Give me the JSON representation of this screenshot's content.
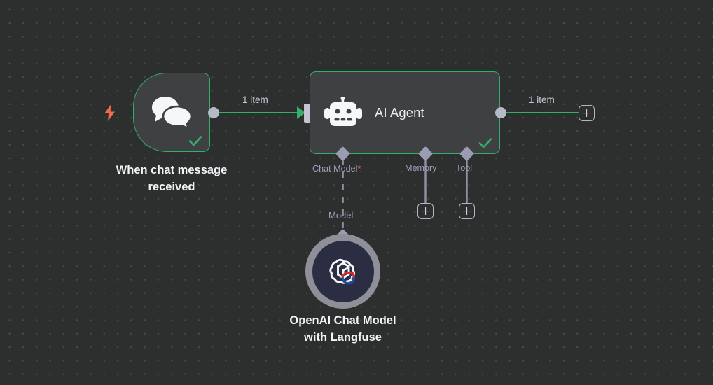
{
  "canvas": {
    "background_color": "#2d2e2e",
    "grid_dot_color": "#474848"
  },
  "colors": {
    "success_green": "#35ad6c",
    "node_body": "#3f4042",
    "port_gray": "#b6bac6",
    "sub_port_lavender": "#9a9cb4",
    "trigger_bolt": "#ef6a50",
    "required_star": "#ef6a50",
    "openai_ring": "#8e8f98",
    "openai_inner": "#2b2d42"
  },
  "nodes": {
    "trigger": {
      "caption": "When chat message\nreceived",
      "icon": "chat-bubbles-icon",
      "status": "success",
      "trigger_icon": "lightning-bolt-icon"
    },
    "agent": {
      "title": "AI Agent",
      "icon": "robot-icon",
      "status": "success",
      "sub_ports": [
        {
          "key": "chat_model",
          "label": "Chat Model",
          "required": true,
          "required_marker": "*"
        },
        {
          "key": "memory",
          "label": "Memory",
          "required": false,
          "required_marker": ""
        },
        {
          "key": "tool",
          "label": "Tool",
          "required": false,
          "required_marker": ""
        }
      ]
    },
    "openai": {
      "caption": "OpenAI Chat Model\nwith Langfuse",
      "icon": "openai-logo-icon",
      "badge_icon": "langfuse-badge-icon"
    }
  },
  "connections": {
    "trigger_to_agent_label": "1 item",
    "agent_to_next_label": "1 item",
    "agent_to_model_label": "Model"
  },
  "buttons": {
    "add_main_output": "+",
    "add_memory": "+",
    "add_tool": "+"
  }
}
